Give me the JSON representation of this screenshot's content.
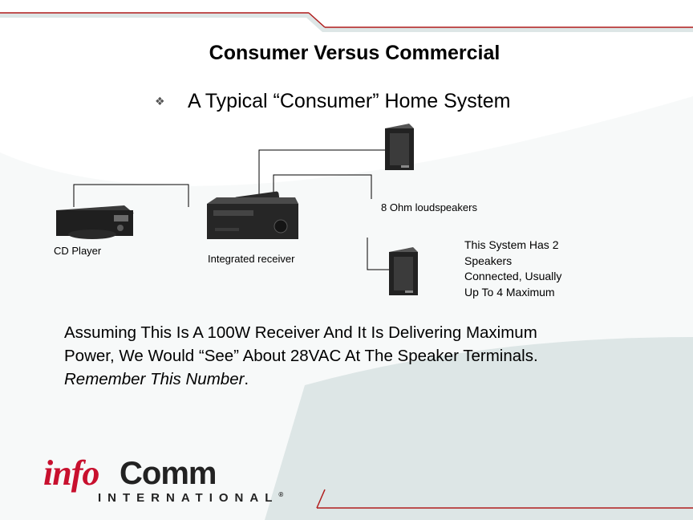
{
  "slide": {
    "title": "Consumer Versus Commercial",
    "bullet": "A Typical “Consumer” Home System",
    "labels": {
      "cd_player": "CD Player",
      "receiver": "Integrated receiver",
      "speakers": "8 Ohm loudspeakers"
    },
    "note_lines": [
      "This System Has 2",
      "Speakers",
      "Connected, Usually",
      "Up To  4 Maximum"
    ],
    "paragraph": {
      "line1": "Assuming This Is A 100W Receiver And It Is Delivering Maximum",
      "line2": "Power, We Would “See” About 28VAC At The Speaker Terminals.",
      "line3_italic": "Remember This Number",
      "line3_end": "."
    }
  },
  "logo": {
    "info": "info",
    "comm": "Comm",
    "international": "INTERNATIONAL",
    "registered": "®"
  },
  "colors": {
    "logo_red": "#c8102e",
    "decor_gray": "#dde6e6",
    "decor_red": "#b01c1c"
  },
  "icons": {
    "bullet": "diamond-bullet-icon"
  }
}
